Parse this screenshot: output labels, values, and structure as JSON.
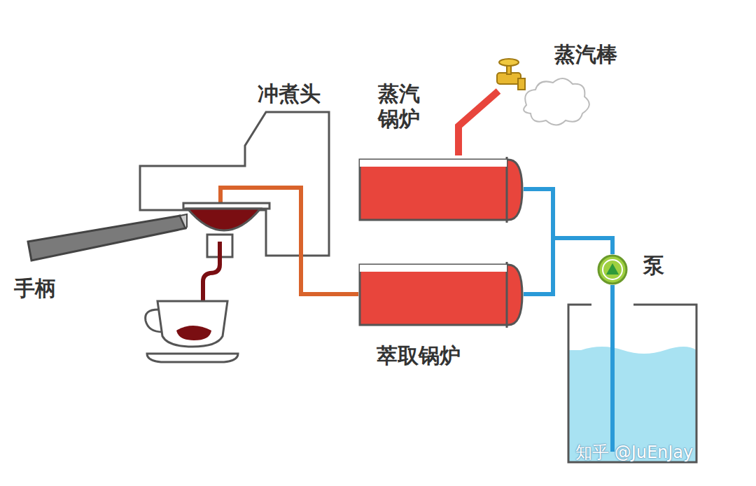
{
  "diagram": {
    "nodes": [
      {
        "text": [
          "冲煮头"
        ]
      },
      {
        "text": [
          "蒸汽 锅炉"
        ]
      },
      {
        "text": [
          "蒸汽棒"
        ]
      },
      {
        "text": [
          "萃取锅炉"
        ]
      },
      {
        "text": [
          "泵"
        ]
      },
      {
        "text": [
          "手柄"
        ]
      }
    ],
    "edges": [
      {
        "from": 4,
        "to": 1,
        "arrow": "none"
      },
      {
        "from": 4,
        "to": 3,
        "arrow": "none"
      },
      {
        "from": 3,
        "to": 0,
        "arrow": "none"
      },
      {
        "from": 1,
        "to": 2,
        "arrow": "none"
      }
    ],
    "labels": [
      "知乎 @JuEnJay"
    ]
  }
}
